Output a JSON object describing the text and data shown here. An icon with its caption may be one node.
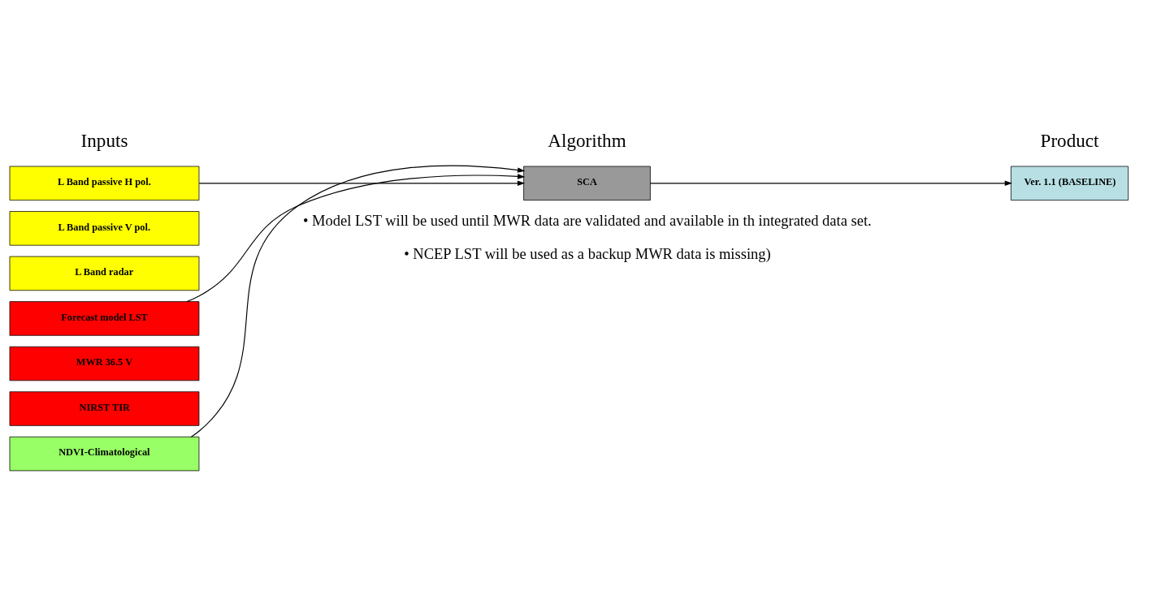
{
  "diagram": {
    "nodes": [
      {
        "text": [
          "L Band passive H pol."
        ]
      },
      {
        "text": [
          "L Band passive V pol."
        ]
      },
      {
        "text": [
          "L Band radar"
        ]
      },
      {
        "text": [
          "Forecast model LST"
        ]
      },
      {
        "text": [
          "MWR 36.5 V"
        ]
      },
      {
        "text": [
          "NIRST TIR"
        ]
      },
      {
        "text": [
          "NDVI-Climatological"
        ]
      },
      {
        "text": [
          "SCA"
        ]
      },
      {
        "text": [
          "Ver. 1.1 (BASELINE)"
        ]
      }
    ],
    "edges": [
      {
        "from": 0,
        "to": 7,
        "arrow": "to"
      },
      {
        "from": 3,
        "to": 7,
        "arrow": "to"
      },
      {
        "from": 6,
        "to": 7,
        "arrow": "to"
      },
      {
        "from": 7,
        "to": 8,
        "arrow": "to"
      }
    ],
    "labels": [
      "Inputs",
      "Algorithm",
      "Product",
      "• Model LST will be used until MWR data are validated and available in th integrated data set.",
      "• NCEP LST will be used as a backup MWR data is missing)"
    ]
  }
}
